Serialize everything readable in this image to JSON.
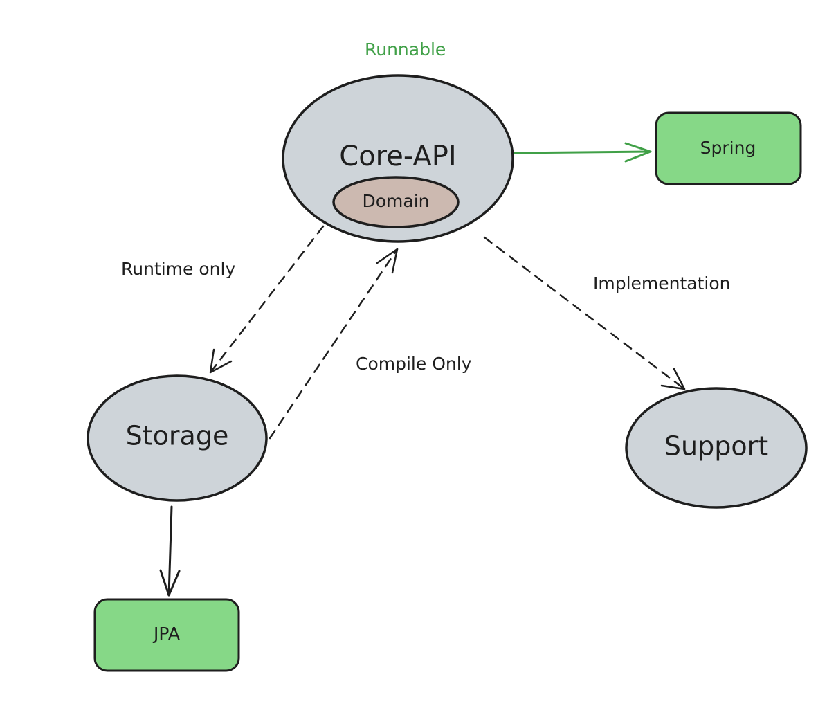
{
  "colors": {
    "ink": "#1e1e1e",
    "module_fill": "#ced4d9",
    "domain_fill": "#ccb9b0",
    "library_fill": "#86d887",
    "accent": "#40a047"
  },
  "nodes": {
    "core_api": {
      "label": "Core-API"
    },
    "domain": {
      "label": "Domain"
    },
    "storage": {
      "label": "Storage"
    },
    "support": {
      "label": "Support"
    },
    "spring": {
      "label": "Spring"
    },
    "jpa": {
      "label": "JPA"
    }
  },
  "labels": {
    "runnable": "Runnable",
    "runtime_only": "Runtime only",
    "compile_only": "Compile Only",
    "implementation": "Implementation"
  },
  "edges": [
    {
      "from": "core_api",
      "to": "spring",
      "style": "solid",
      "color": "accent"
    },
    {
      "from": "core_api",
      "to": "storage",
      "style": "dashed",
      "label": "Runtime only"
    },
    {
      "from": "storage",
      "to": "core_api",
      "style": "dashed",
      "label": "Compile Only"
    },
    {
      "from": "core_api",
      "to": "support",
      "style": "dashed",
      "label": "Implementation"
    },
    {
      "from": "storage",
      "to": "jpa",
      "style": "solid"
    }
  ]
}
